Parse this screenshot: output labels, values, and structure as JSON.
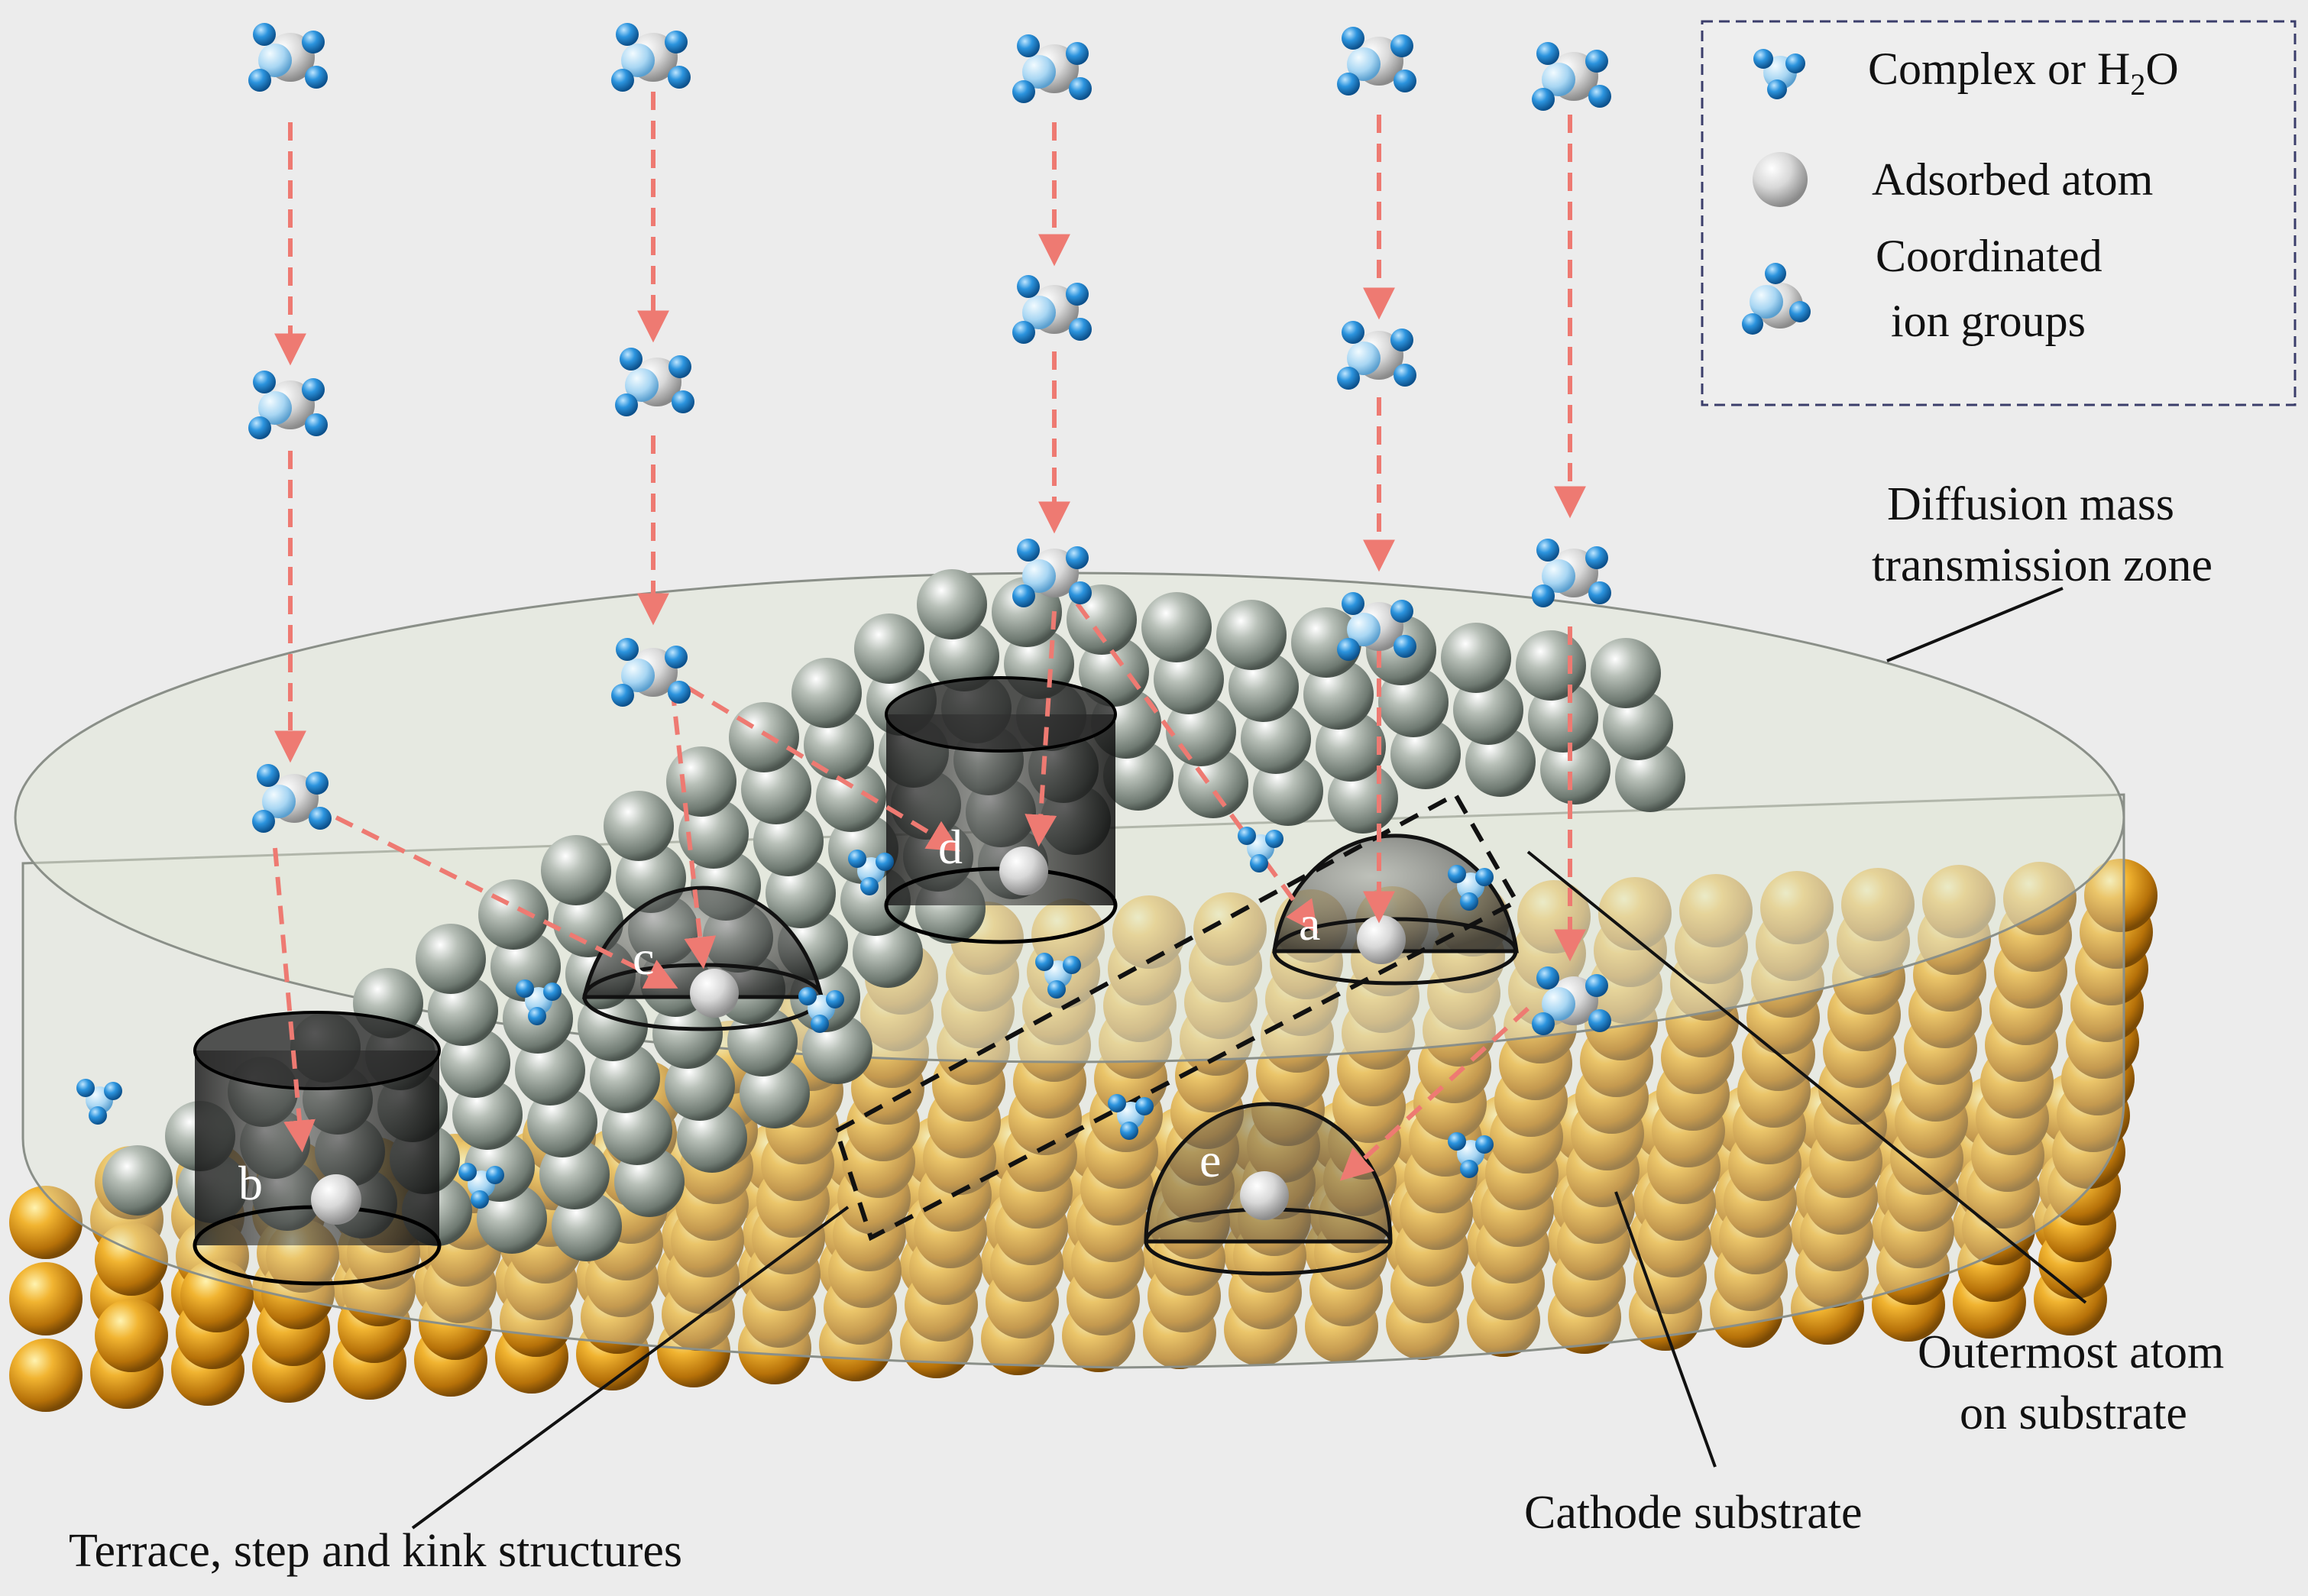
{
  "legend": {
    "complex": {
      "text": "Complex or H",
      "sub": "2",
      "tail": "O"
    },
    "adsorbed": "Adsorbed atom",
    "coordinated_line1": "Coordinated",
    "coordinated_line2": "ion groups"
  },
  "labels": {
    "diffusion_line1": "Diffusion mass",
    "diffusion_line2": "transmission zone",
    "outermost_line1": "Outermost atom",
    "outermost_line2": "on substrate",
    "cathode": "Cathode substrate",
    "terrace": "Terrace, step and kink structures"
  },
  "sites": {
    "a": "a",
    "b": "b",
    "c": "c",
    "d": "d",
    "e": "e"
  },
  "colors": {
    "background": "#ececec",
    "gold": "#d99a1f",
    "silver": "#9aa39c",
    "ion_blue": "#1e86d0",
    "arrow": "#ee7a72",
    "zone": "#dfe6d4"
  }
}
